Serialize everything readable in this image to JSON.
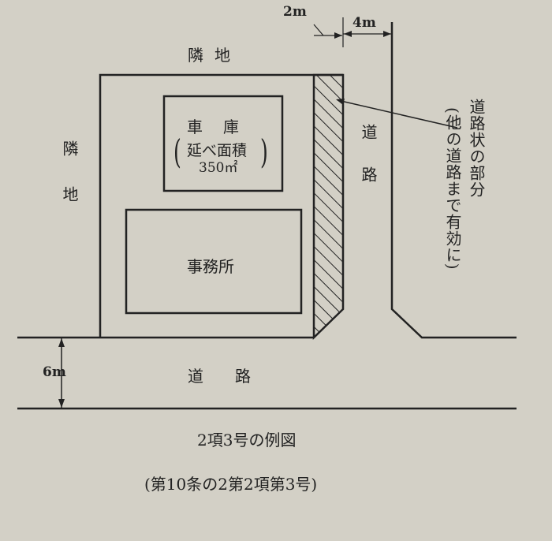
{
  "dims": {
    "two_m": "2m",
    "four_m": "4m",
    "six_m": "6m"
  },
  "labels": {
    "neighbor_top": "隣地",
    "neighbor_left": "隣地",
    "garage": "車庫",
    "paren_open": "(",
    "floor_area_title": "延べ面積",
    "floor_area_value": "350㎡",
    "paren_close": ")",
    "office": "事務所",
    "side_road": "道路",
    "main_road": "道路",
    "road_like_part": "道路状の部分",
    "road_like_part_note": "(他の道路まで有効に)"
  },
  "caption": {
    "title": "2項3号の例図",
    "reference": "(第10条の2第2項第3号)"
  }
}
